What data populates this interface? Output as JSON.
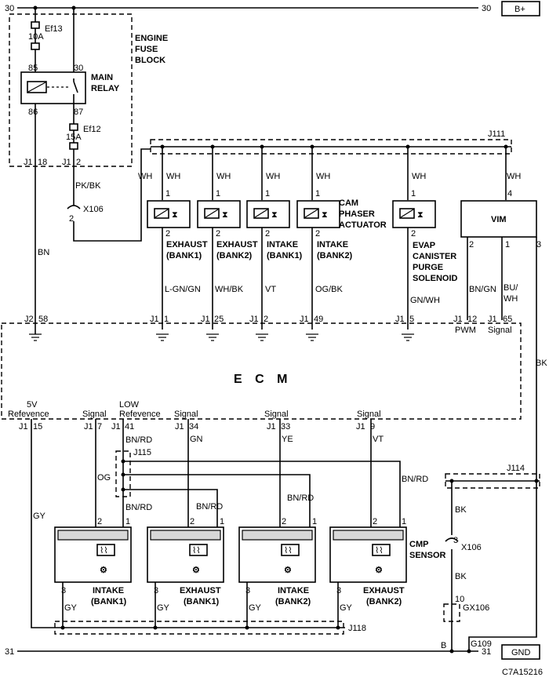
{
  "supply": {
    "left_num": "30",
    "right_num": "30",
    "terminal": "B+"
  },
  "ground": {
    "left_num": "31",
    "right_num": "31",
    "terminal": "GND",
    "node_b": "B",
    "g109": "G109"
  },
  "fuse_block": {
    "title": [
      "ENGINE",
      "FUSE",
      "BLOCK"
    ],
    "ef13": "Ef13",
    "ef13_amp": "10A",
    "ef12": "Ef12",
    "ef12_amp": "15A",
    "relay": [
      "MAIN",
      "RELAY"
    ],
    "pin85": "85",
    "pin30": "30",
    "pin86": "86",
    "pin87": "87",
    "j1_18": "J1",
    "n18": "18",
    "j1_2": "J1",
    "n2": "2"
  },
  "left_wires": {
    "pkbk": "PK/BK",
    "x106": "X106",
    "x106_pin": "2",
    "bn": "BN"
  },
  "splice": {
    "j111": "J111",
    "j115": "J115",
    "j114": "J114",
    "j118": "J118"
  },
  "actuators": [
    {
      "wire": "WH",
      "p1": "1",
      "p2": "2",
      "name": [
        "EXHAUST",
        "(BANK1)"
      ],
      "out": "L-GN/GN",
      "jx": "J1",
      "jn": "1"
    },
    {
      "wire": "WH",
      "p1": "1",
      "p2": "2",
      "name": [
        "EXHAUST",
        "(BANK2)"
      ],
      "out": "WH/BK",
      "jx": "J1",
      "jn": "25"
    },
    {
      "wire": "WH",
      "p1": "1",
      "p2": "2",
      "name": [
        "INTAKE",
        "(BANK1)"
      ],
      "out": "VT",
      "jx": "J1",
      "jn": "2"
    },
    {
      "wire": "WH",
      "p1": "1",
      "p2": "2",
      "name": [
        "INTAKE",
        "(BANK2)"
      ],
      "out": "OG/BK",
      "jx": "J1",
      "jn": "49"
    },
    {
      "wire": "WH",
      "p1": "1",
      "p2": "2",
      "name": [
        "EVAP",
        "CANISTER",
        "PURGE",
        "SOLENOID"
      ],
      "out": "GN/WH",
      "jx": "J1",
      "jn": "5"
    }
  ],
  "cam_label": [
    "CAM",
    "PHASER",
    "ACTUATOR"
  ],
  "wh_left": "WH",
  "vim": {
    "name": "VIM",
    "wire_top": "WH",
    "p4": "4",
    "p2": "2",
    "p1": "1",
    "p3": "3",
    "w2": "BN/GN",
    "w1a": "BU/",
    "w1b": "WH",
    "w3": "BK",
    "j_pwm": "J1",
    "n_pwm": "12",
    "pwm": "PWM",
    "j_sig": "J1",
    "n_sig": "65",
    "sig": "Signal"
  },
  "ecm": {
    "title": "E C M",
    "j2": "J2",
    "n58": "58"
  },
  "ecm_bottom": [
    {
      "top": "5V",
      "bot": "Refevence",
      "j": "J1",
      "n": "15"
    },
    {
      "top": "",
      "bot": "Signal",
      "j": "J1",
      "n": "7"
    },
    {
      "top": "LOW",
      "bot": "Refevence",
      "j": "J1",
      "n": "41"
    },
    {
      "top": "",
      "bot": "Signal",
      "j": "J1",
      "n": "34"
    },
    {
      "top": "",
      "bot": "Signal",
      "j": "J1",
      "n": "33"
    },
    {
      "top": "",
      "bot": "Signal",
      "j": "J1",
      "n": "9"
    }
  ],
  "cmp_wires": {
    "bnrd": "BN/RD",
    "og": "OG",
    "gn": "GN",
    "ye": "YE",
    "vt": "VT",
    "gy": "GY"
  },
  "cmp_sensors": [
    {
      "p2": "2",
      "p1": "1",
      "p3": "3",
      "name": [
        "INTAKE",
        "(BANK1)"
      ],
      "gy": "GY"
    },
    {
      "p2": "2",
      "p1": "1",
      "p3": "3",
      "name": [
        "EXHAUST",
        "(BANK1)"
      ],
      "gy": "GY"
    },
    {
      "p2": "2",
      "p1": "1",
      "p3": "3",
      "name": [
        "INTAKE",
        "(BANK2)"
      ],
      "gy": "GY"
    },
    {
      "p2": "2",
      "p1": "1",
      "p3": "3",
      "name": [
        "EXHAUST",
        "(BANK2)"
      ],
      "gy": "GY"
    }
  ],
  "cmp_label": [
    "CMP",
    "SENSOR"
  ],
  "right_side": {
    "bk1": "BK",
    "bk2": "BK",
    "x106": "X106",
    "x106_pin": "3",
    "bk3": "BK",
    "gx106": "GX106",
    "gx_pin": "10"
  },
  "figure_code": "C7A15216"
}
